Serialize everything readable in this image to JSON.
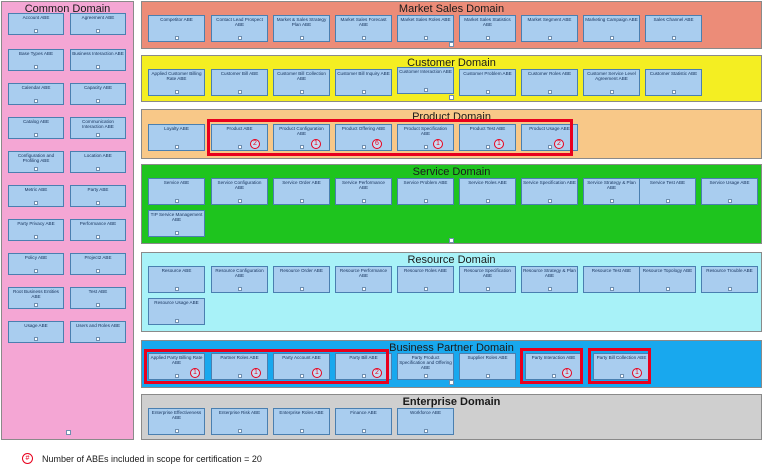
{
  "colors": {
    "common": "#f4a6d4",
    "market": "#ec8c78",
    "customer": "#f4ee22",
    "product": "#f8c888",
    "service": "#1ec41e",
    "resource": "#a8f2f8",
    "business": "#18a8ee",
    "enterprise": "#cfcfcf",
    "abe_fill": "#a9cdef",
    "highlight": "#e8001d"
  },
  "domains": {
    "common": "Common Domain",
    "market": "Market Sales Domain",
    "customer": "Customer Domain",
    "product": "Product Domain",
    "service": "Service Domain",
    "resource": "Resource Domain",
    "business": "Business Partner Domain",
    "enterprise": "Enterprise Domain"
  },
  "abes": {
    "common": [
      "Account ABE",
      "Agreement ABE",
      "Base Types ABE",
      "Business Interaction ABE",
      "Calendar ABE",
      "Capacity ABE",
      "Catalog ABE",
      "Communication Interaction ABE",
      "Configuration and Profiling ABE",
      "Location ABE",
      "Metric ABE",
      "Party ABE",
      "Party Privacy ABE",
      "Performance ABE",
      "Policy ABE",
      "Project2 ABE",
      "Root Business Entities ABE",
      "Test ABE",
      "Usage ABE",
      "Users and Roles ABE"
    ],
    "market": [
      "Competitor ABE",
      "Contact Lead Prospect ABE",
      "Market & Sales Strategy Plan ABE",
      "Market Sales Forecast ABE",
      "Market Sales Roles ABE",
      "Market Sales Statistics ABE",
      "Market Segment ABE",
      "Marketing Campaign ABE",
      "Sales Channel ABE"
    ],
    "customer": [
      "Applied Customer Billing Rate ABE",
      "Customer Bill ABE",
      "Customer Bill Collection ABE",
      "Customer Bill Inquiry ABE",
      "Customer Interaction ABE",
      "Customer Problem ABE",
      "Customer Roles ABE",
      "Customer Service Level Agreement ABE",
      "Customer Statistic ABE"
    ],
    "product": [
      "Loyalty ABE",
      "Product ABE",
      "Product Configuration ABE",
      "Product Offering ABE",
      "Product Specification ABE",
      "Product Test ABE",
      "Product Usage ABE"
    ],
    "service": [
      "Service ABE",
      "Service Configuration ABE",
      "Service Order ABE",
      "Service Performance ABE",
      "Service Problem ABE",
      "Service Roles ABE",
      "Service Specification ABE",
      "Service Strategy & Plan ABE",
      "Service Test ABE",
      "Service Usage ABE",
      "TIP Service Management ABE"
    ],
    "resource": [
      "Resource ABE",
      "Resource Configuration ABE",
      "Resource Order ABE",
      "Resource Performance ABE",
      "Resource Roles ABE",
      "Resource Specification ABE",
      "Resource Strategy & Plan ABE",
      "Resource Test ABE",
      "Resource Topology ABE",
      "Resource Trouble ABE",
      "Resource Usage ABE"
    ],
    "business": [
      "Applied Party Billing Rate ABE",
      "Partner Roles ABE",
      "Party Account ABE",
      "Party Bill ABE",
      "Party Product Specification and Offering ABE",
      "Supplier Roles ABE",
      "Party Interaction ABE",
      "Party Bill Collection ABE"
    ],
    "enterprise": [
      "Enterprise Effectiveness ABE",
      "Enterprise Risk ABE",
      "Enterprise Roles ABE",
      "Finance ABE",
      "Workforce ABE"
    ]
  },
  "badges": {
    "product_abe": "2",
    "product_configuration": "1",
    "product_offering": "6",
    "product_specification": "1",
    "product_test": "1",
    "product_usage": "2",
    "applied_party_billing": "1",
    "partner_roles": "1",
    "party_account": "1",
    "party_bill": "2",
    "party_interaction": "1",
    "party_bill_collection": "1"
  },
  "legend": {
    "symbol": "#",
    "text": "Number of ABEs included in scope for certification = 20"
  }
}
